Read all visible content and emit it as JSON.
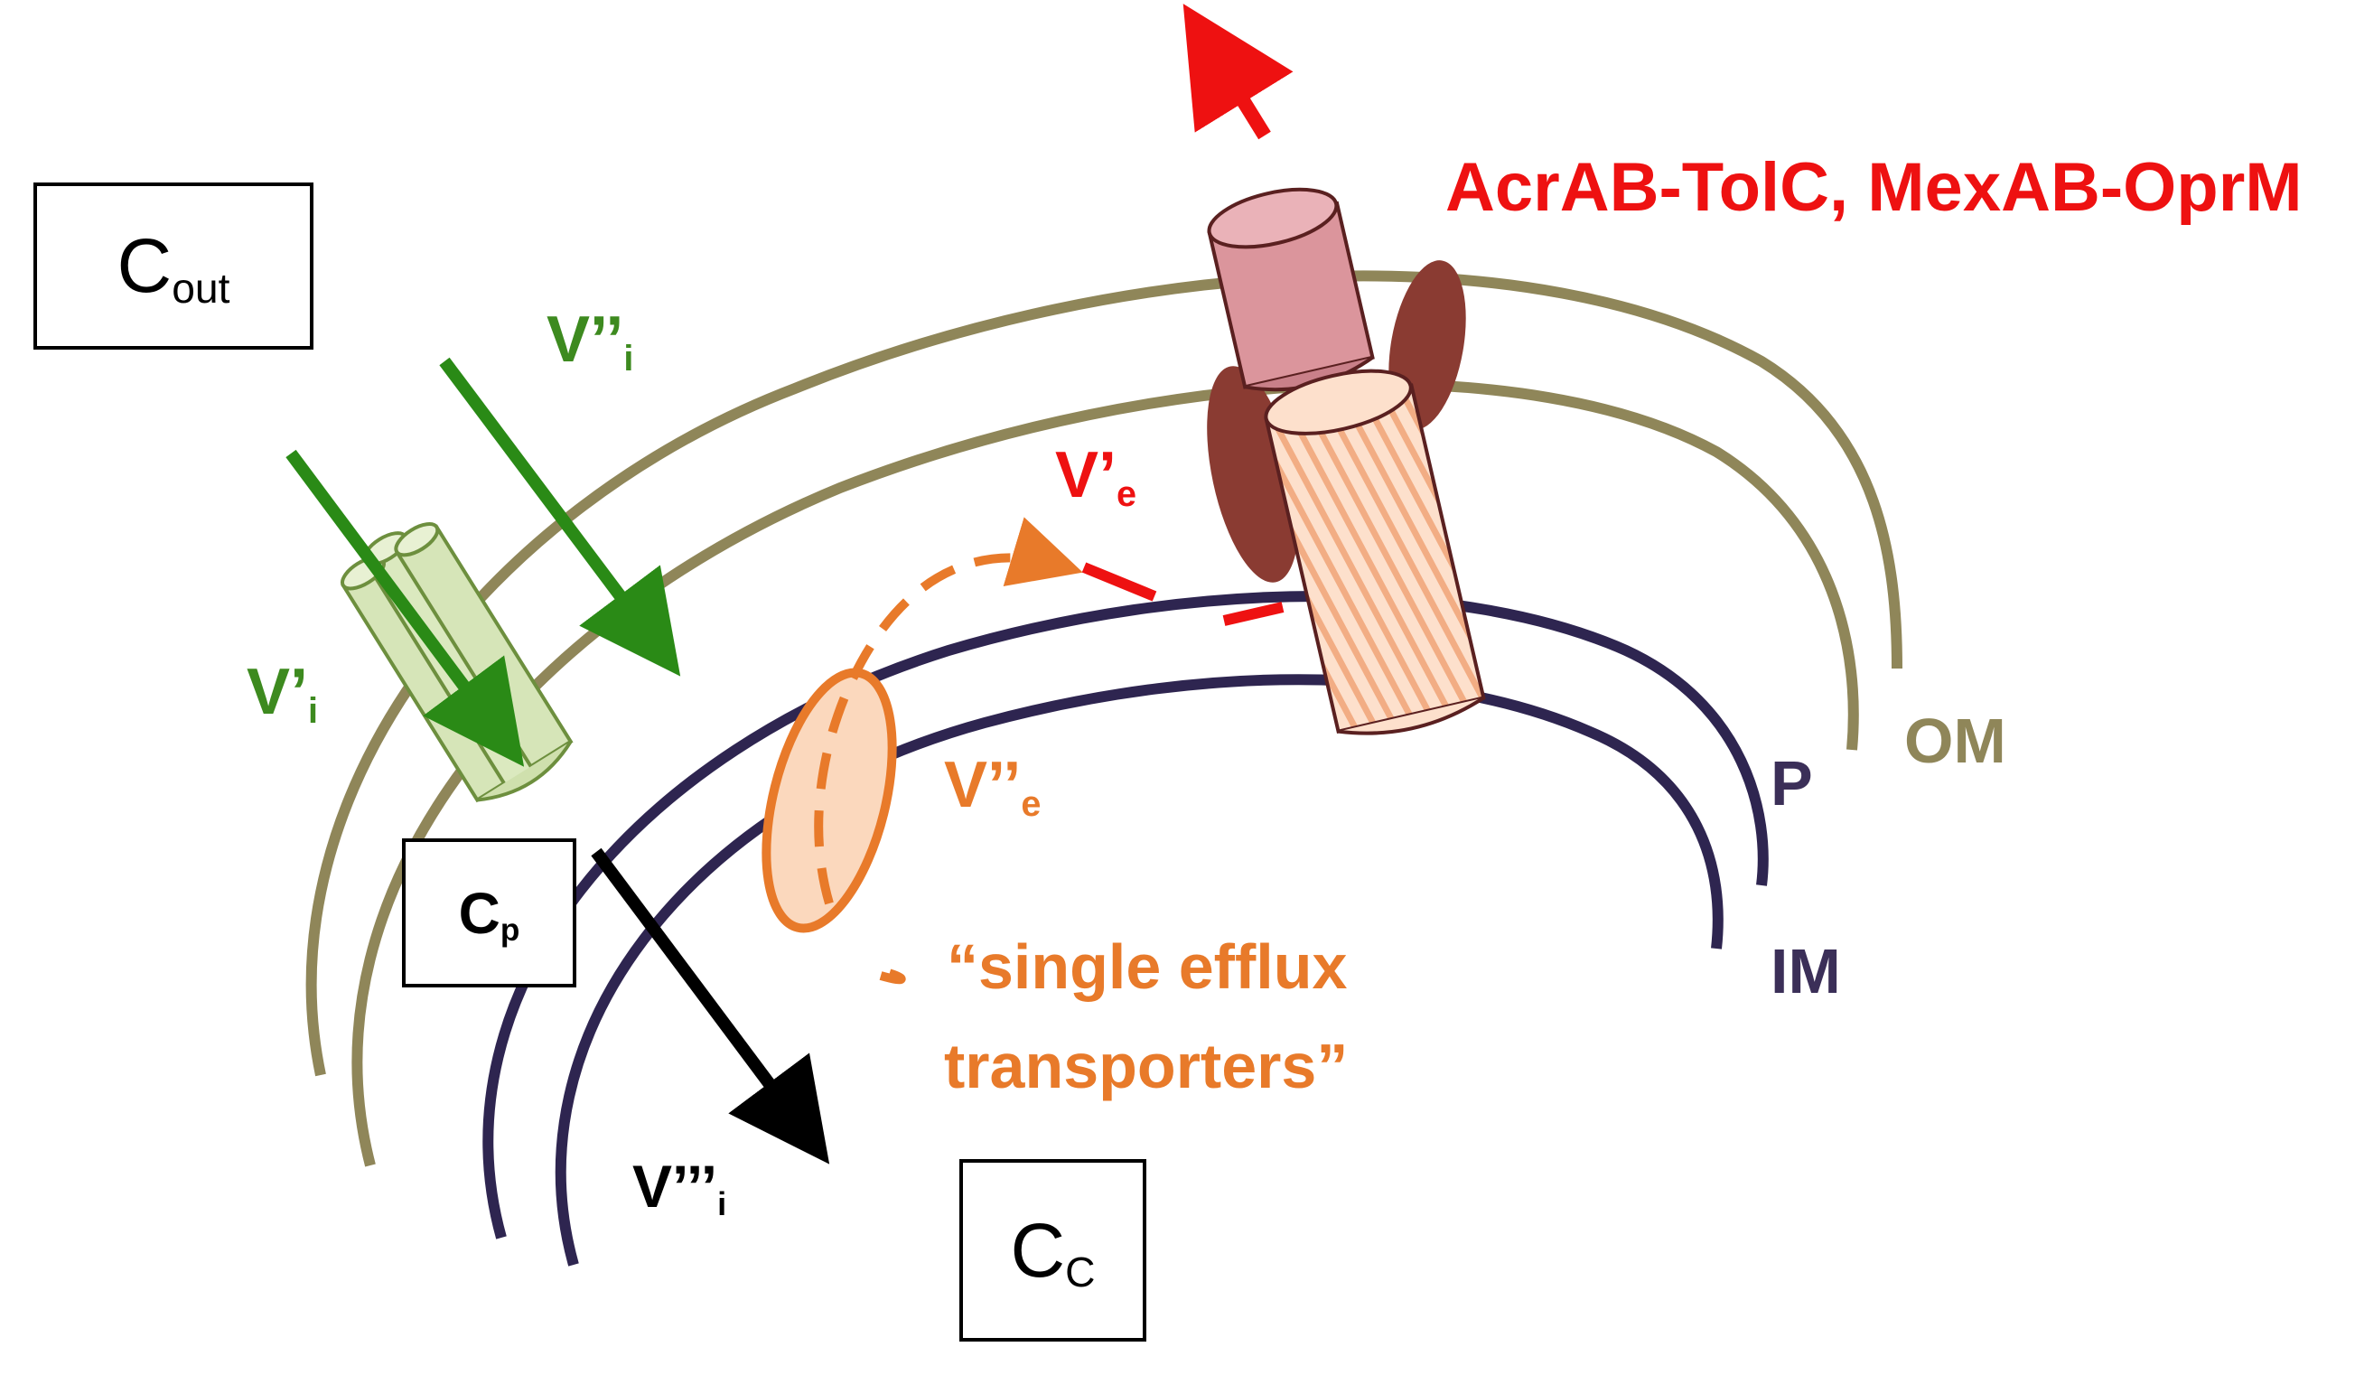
{
  "compartments": {
    "c_out": {
      "main": "C",
      "sub": "out"
    },
    "c_p": {
      "main": "C",
      "sub": "p"
    },
    "c_c": {
      "main": "C",
      "sub": "C"
    }
  },
  "membranes": {
    "outer": {
      "label": "OM",
      "color": "#8f8659"
    },
    "periplasm": {
      "label": "P",
      "color": "#3b2f58"
    },
    "inner": {
      "label": "IM",
      "color": "#3b2f58"
    }
  },
  "pump": {
    "label": "AcrAB-TolC, MexAB-OprM",
    "color": "#ee1111"
  },
  "fluxes": {
    "v_prime_i": {
      "main": "V’",
      "sub": "i",
      "color": "#3d8a1f"
    },
    "v_dprime_i": {
      "main": "V’’",
      "sub": "i",
      "color": "#3d8a1f"
    },
    "v_tprime_i": {
      "main": "V’’’",
      "sub": "i",
      "color": "#000000"
    },
    "v_prime_e": {
      "main": "V’",
      "sub": "e",
      "color": "#ee1111"
    },
    "v_dprime_e": {
      "main": "V’’",
      "sub": "e",
      "color": "#e87a2a"
    }
  },
  "single_transporter": {
    "line1": "“single efflux",
    "line2": "transporters”",
    "color": "#e87a2a"
  }
}
